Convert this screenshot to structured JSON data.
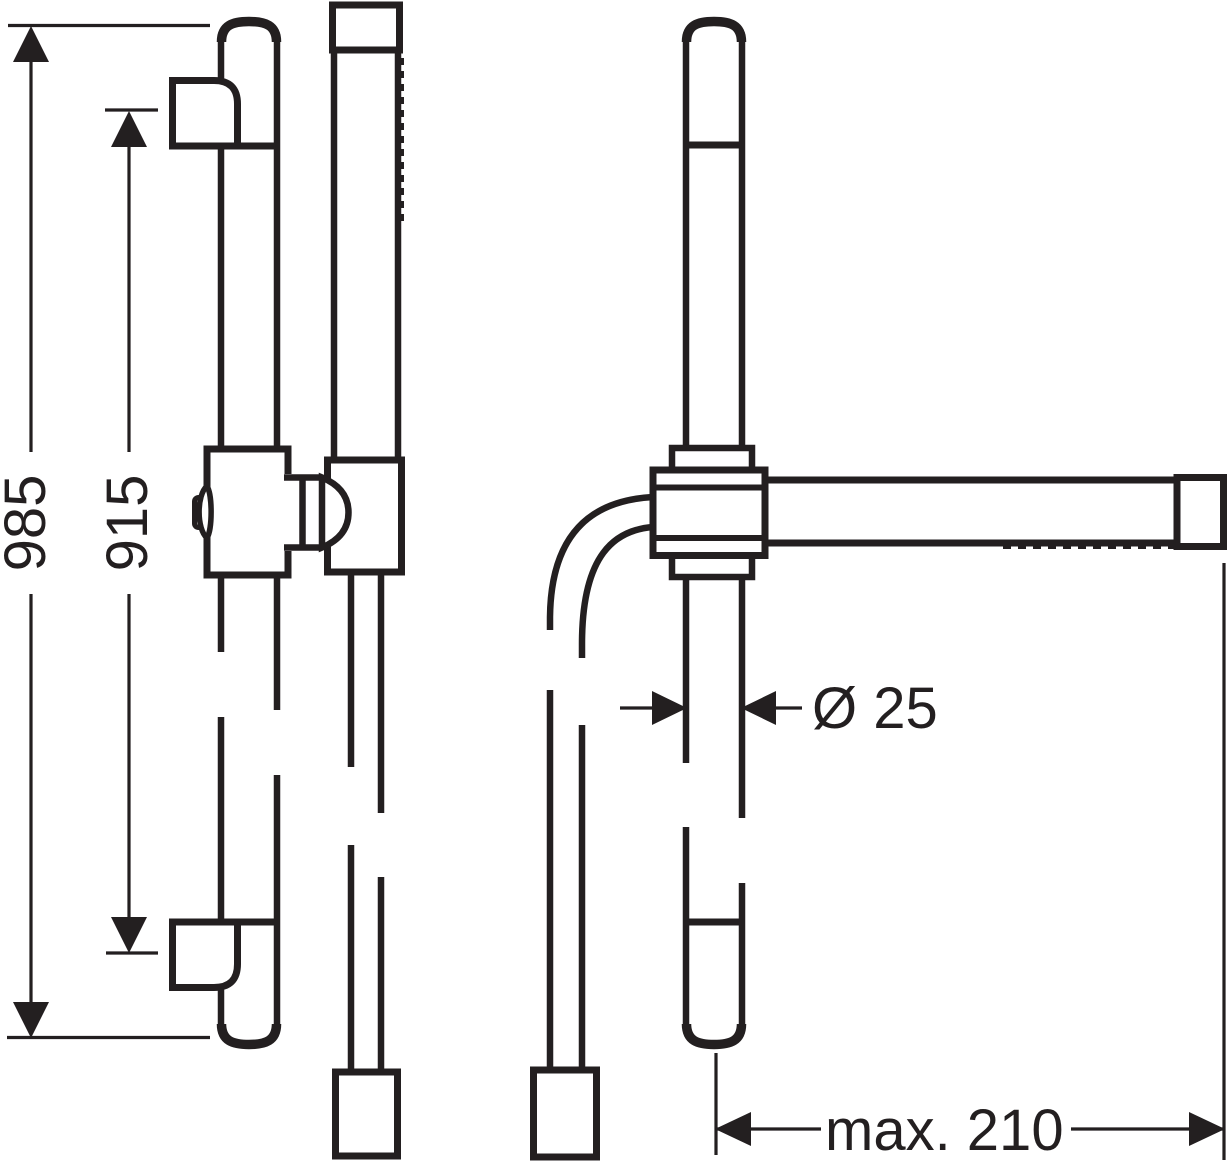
{
  "drawing": {
    "kind": "shower-set dimensional drawing",
    "views": {
      "front": "front view",
      "side": "side view"
    }
  },
  "colors": {
    "ink": "#231f20",
    "paper": "#ffffff"
  },
  "dimensions": {
    "overall_height": {
      "label": "985"
    },
    "bracket_spacing": {
      "label": "915"
    },
    "bar_diameter": {
      "label": "Ø 25"
    },
    "max_reach": {
      "label": "max. 210"
    }
  }
}
